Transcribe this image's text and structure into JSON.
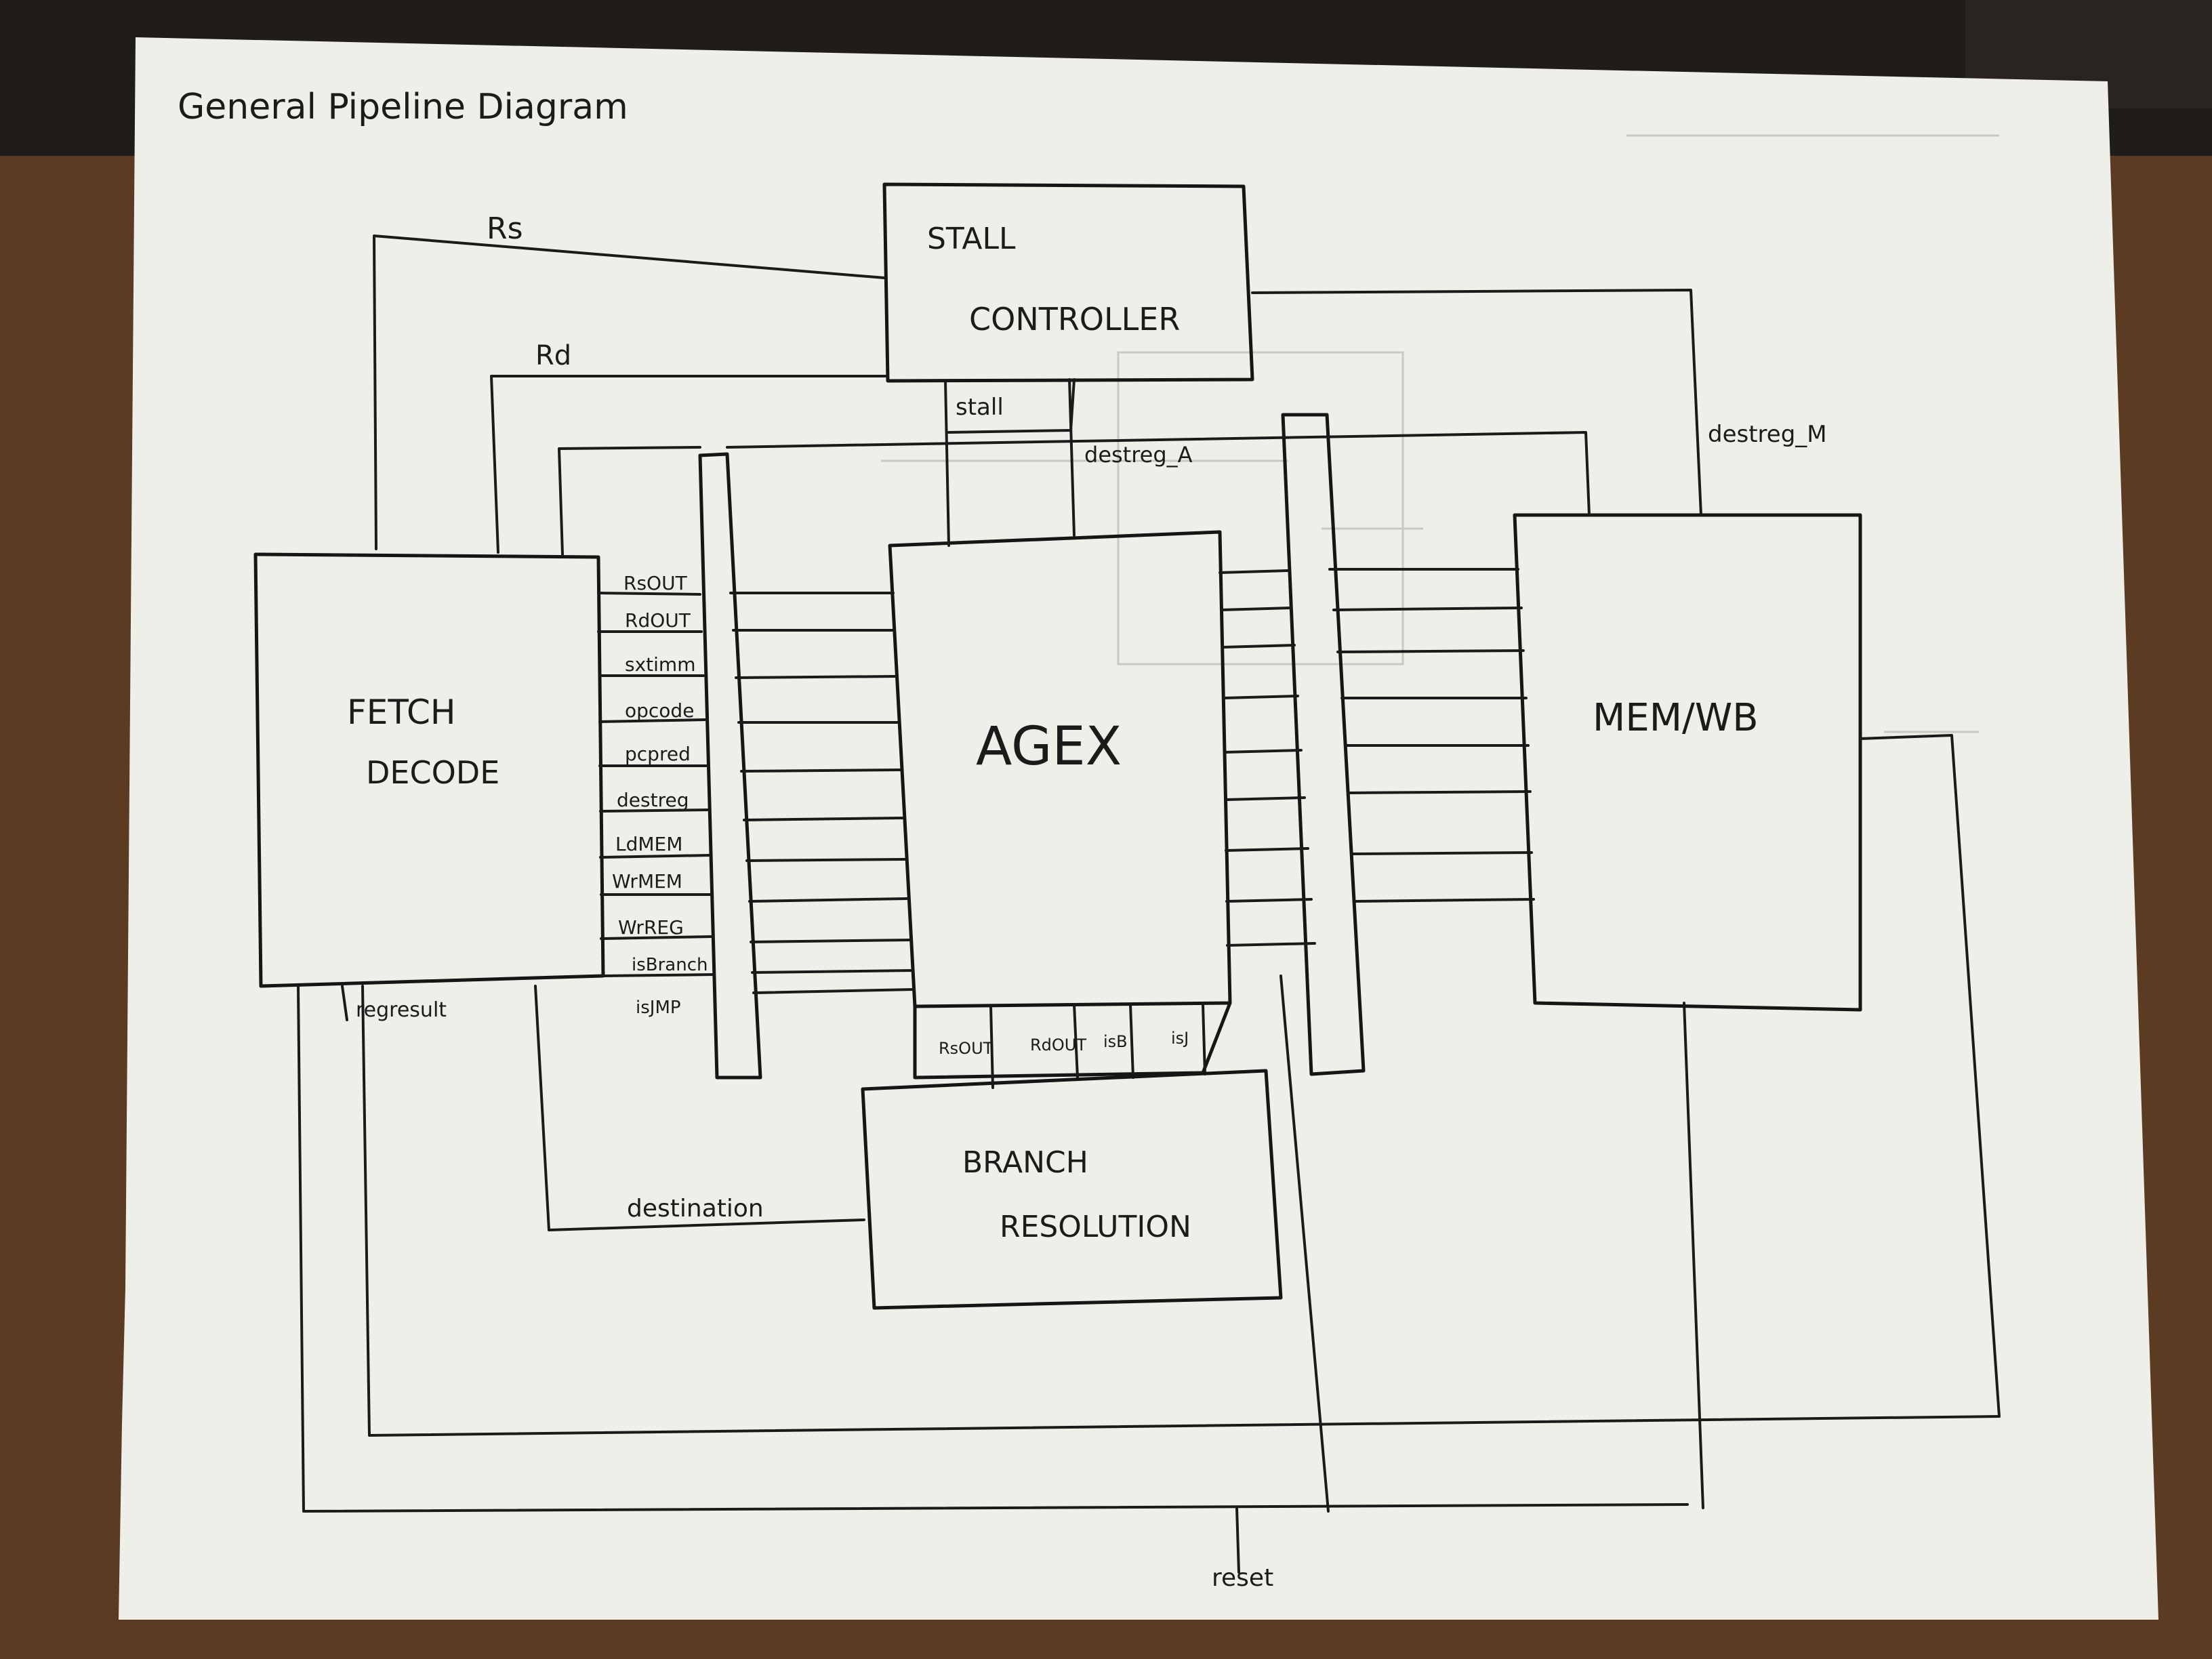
{
  "title": "General Pipeline Diagram",
  "blocks": {
    "stall_controller": [
      "STALL",
      "CONTROLLER"
    ],
    "fetch_decode": [
      "FETCH",
      "DECODE"
    ],
    "agex": "AGEX",
    "memwb": "MEM/WB",
    "branch_resolution": [
      "BRANCH",
      "RESOLUTION"
    ]
  },
  "fetch_outputs": [
    "RsOUT",
    "RdOUT",
    "sxtimm",
    "opcode",
    "pcpred",
    "destreg",
    "LdMEM",
    "WrMEM",
    "WrREG",
    "isBranch",
    "isJMP"
  ],
  "agex_bottom_ports": [
    "RsOUT",
    "RdOUT",
    "isB",
    "isJ"
  ],
  "signals": {
    "rs": "Rs",
    "rd": "Rd",
    "stall": "stall",
    "destreg_a": "destreg_A",
    "destreg_m": "destreg_M",
    "regresult": "regresult",
    "destination": "destination",
    "reset": "reset"
  },
  "colors": {
    "paper": "#efefe9",
    "ink": "#1a1a1a",
    "desk": "#5a3a22"
  }
}
